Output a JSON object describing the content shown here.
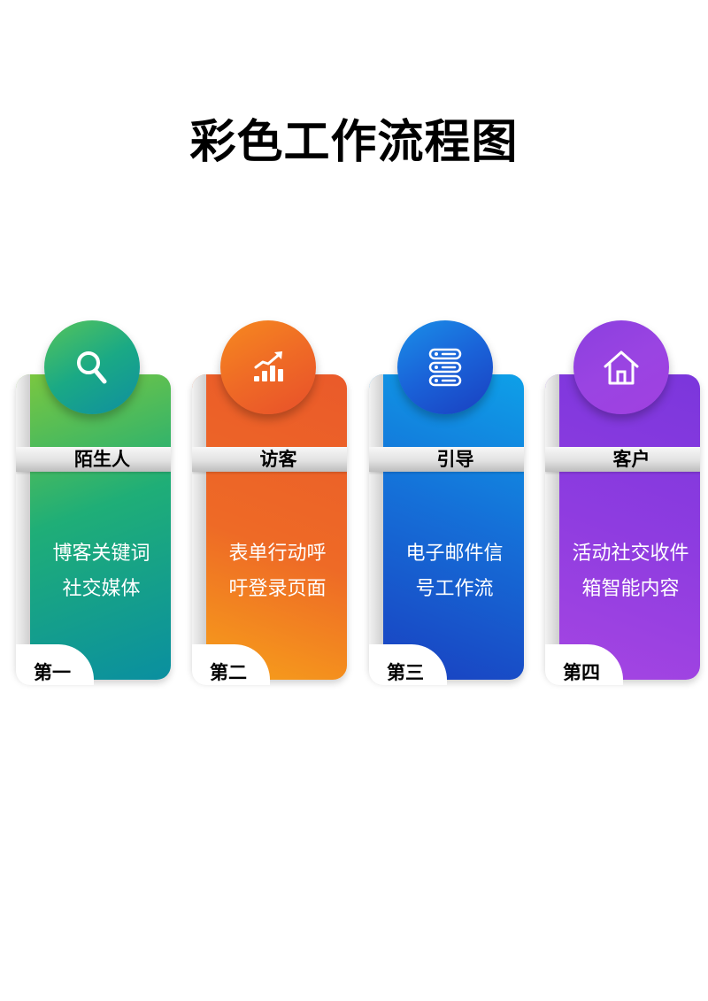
{
  "title": "彩色工作流程图",
  "steps": [
    {
      "label": "陌生人",
      "description_line1": "博客关键词",
      "description_line2": "社交媒体",
      "step": "第一",
      "icon": "search-icon",
      "gradient": [
        "#7dc83e",
        "#0a8fa0"
      ],
      "bubble_gradient": [
        "#56c45a",
        "#0f8fa0"
      ]
    },
    {
      "label": "访客",
      "description_line1": "表单行动呼",
      "description_line2": "吁登录页面",
      "step": "第二",
      "icon": "growth-chart-icon",
      "gradient": [
        "#f7a21a",
        "#ea5a2a"
      ],
      "bubble_gradient": [
        "#f6891f",
        "#e8502a"
      ]
    },
    {
      "label": "引导",
      "description_line1": "电子邮件信",
      "description_line2": "号工作流",
      "step": "第三",
      "icon": "list-icon",
      "gradient": [
        "#0ea0e8",
        "#1a3fc0"
      ],
      "bubble_gradient": [
        "#1a8fe8",
        "#1a3fc0"
      ]
    },
    {
      "label": "客户",
      "description_line1": "活动社交收件",
      "description_line2": "箱智能内容",
      "step": "第四",
      "icon": "home-icon",
      "gradient": [
        "#8a3be0",
        "#a040e0"
      ],
      "bubble_gradient": [
        "#8b3fdf",
        "#a040e0"
      ]
    }
  ]
}
